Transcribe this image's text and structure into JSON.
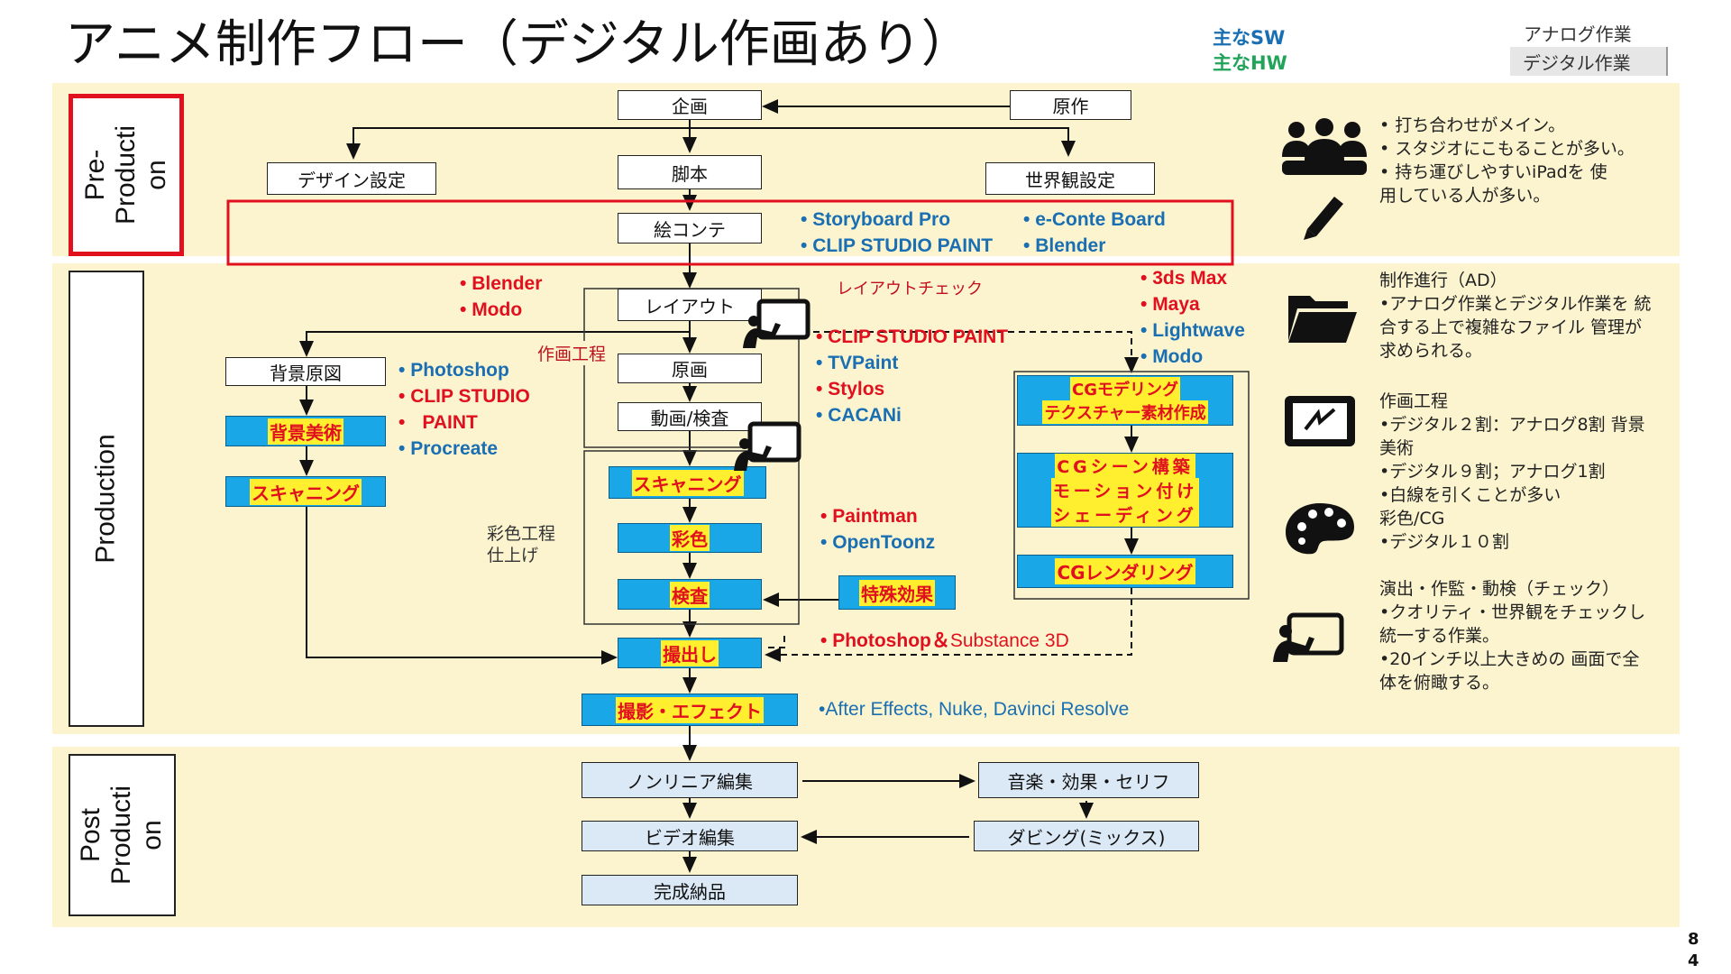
{
  "title": "アニメ制作フロー（デジタル作画あり）",
  "legend": {
    "sw": "主なSW",
    "hw": "主なHW",
    "analog": "アナログ作業",
    "digital": "デジタル作業"
  },
  "phases": {
    "pre": "Pre-\nProducti\non",
    "production": "Production",
    "post": "Post\nProducti\non"
  },
  "nodes": {
    "kikaku": "企画",
    "gensaku": "原作",
    "kyakuhon": "脚本",
    "design": "デザイン設定",
    "sekai": "世界観設定",
    "ekonte": "絵コンテ",
    "layout": "レイアウト",
    "genga": "原画",
    "douga": "動画/検査",
    "haikei_genzu": "背景原図",
    "haikei_bijutsu": "背景美術",
    "scan_bg": "スキャニング",
    "scan_main": "スキャニング",
    "saishoku": "彩色",
    "kensa": "検査",
    "tokushu": "特殊効果",
    "satsudashi": "撮出し",
    "satsuei": "撮影・エフェクト",
    "cg_model_1": "CGモデリング",
    "cg_model_2": "テクスチャー素材作成",
    "cg_scene_1": "CGシーン構築",
    "cg_scene_2": "モーション付け",
    "cg_scene_3": "シェーディング",
    "cg_render": "CGレンダリング",
    "nonlinear": "ノンリニア編集",
    "ongaku": "音楽・効果・セリフ",
    "video": "ビデオ編集",
    "dubbing": "ダビング(ミックス)",
    "kansei": "完成納品"
  },
  "labels": {
    "sakuga_koutei": "作画工程",
    "layout_check": "レイアウトチェック",
    "saishoku_koutei_1": "彩色工程",
    "saishoku_koutei_2": "仕上げ"
  },
  "software": {
    "storyboard": [
      "Storyboard Pro",
      "CLIP STUDIO PAINT"
    ],
    "storyboard_2": [
      "e-Conte Board",
      "Blender"
    ],
    "layout_hw": [
      "Blender",
      "Modo"
    ],
    "bg": [
      {
        "text": "Photoshop",
        "kind": "sw"
      },
      {
        "text": "CLIP STUDIO",
        "kind": "hw"
      },
      {
        "text": "Procreate",
        "kind": "sw"
      }
    ],
    "bg_paint_cont": "PAINT",
    "sakuga": [
      {
        "text": "CLIP STUDIO PAINT",
        "kind": "hw"
      },
      {
        "text": "TVPaint",
        "kind": "sw"
      },
      {
        "text": "Stylos",
        "kind": "hw"
      },
      {
        "text": "CACANi",
        "kind": "sw"
      }
    ],
    "cg": [
      {
        "text": "3ds Max",
        "kind": "hw"
      },
      {
        "text": "Maya",
        "kind": "hw"
      },
      {
        "text": "Lightwave",
        "kind": "sw"
      },
      {
        "text": "Modo",
        "kind": "sw"
      }
    ],
    "paint": [
      {
        "text": "Paintman",
        "kind": "hw"
      },
      {
        "text": "OpenToonz",
        "kind": "sw"
      }
    ],
    "fx_hw": "Photoshop＆",
    "fx_rest": "Substance 3D",
    "compositing": "•After Effects, Nuke, Davinci Resolve"
  },
  "notes": {
    "pre": "•  打ち合わせがメイン。\n•  スタジオにこもることが多い。\n•  持ち運びしやすいiPadを 使\n    用している人が多い。",
    "ad": "制作進行（AD）\n•アナログ作業とデジタル作業を 統\n合する上で複雑なファイル 管理が\n求められる。",
    "sakuga": "作画工程\n•デジタル２割：アナログ8割 背景\n美術\n•デジタル９割；アナログ1割\n•白線を引くことが多い\n彩色/CG\n•デジタル１０割",
    "check": "演出・作監・動検（チェック）\n•クオリティ・世界観をチェックし\n        統一する作業。\n•20インチ以上大きめの 画面で全\n体を俯瞰する。"
  },
  "page_number": "84",
  "icons": [
    "people-icon",
    "pencil-icon",
    "folder-icon",
    "pen-tablet-icon",
    "palette-icon",
    "tablet-drawing-icon"
  ],
  "colors": {
    "band": "#fbf4cf",
    "digital": "#1aa7e8",
    "digital_text": "#e0101e",
    "digital_highlight": "#ffef2e",
    "sw": "#1a6fb3",
    "hw": "#e0101e",
    "post": "#dbe8f5",
    "highlight_frame": "#e0101e"
  }
}
